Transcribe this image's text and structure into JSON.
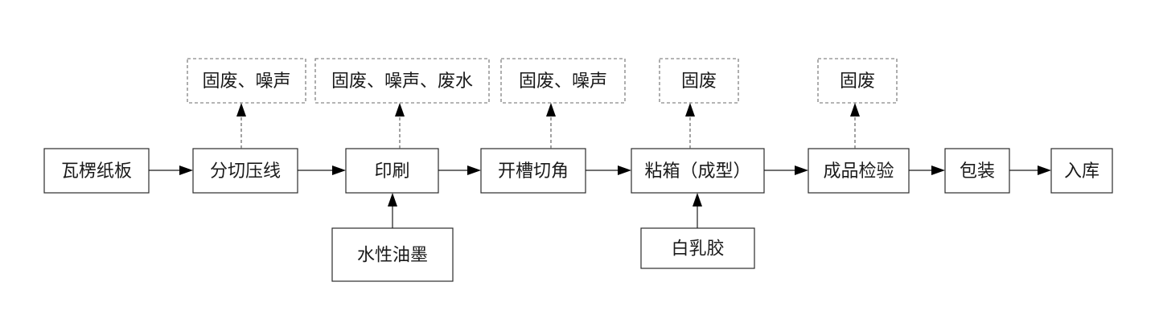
{
  "steps": [
    {
      "label": "瓦楞纸板"
    },
    {
      "label": "分切压线",
      "emission": "固废、噪声"
    },
    {
      "label": "印刷",
      "emission": "固废、噪声、废水",
      "input": "水性油墨"
    },
    {
      "label": "开槽切角",
      "emission": "固废、噪声"
    },
    {
      "label": "粘箱（成型）",
      "emission": "固废",
      "input": "白乳胶"
    },
    {
      "label": "成品检验",
      "emission": "固废"
    },
    {
      "label": "包装"
    },
    {
      "label": "入库"
    }
  ]
}
